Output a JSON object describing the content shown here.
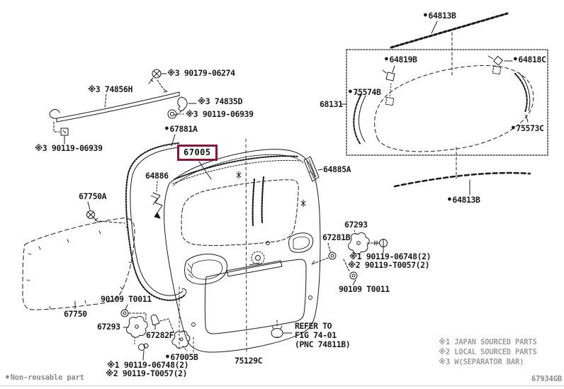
{
  "diagram": {
    "marker_dot": "●",
    "selected_part": "67005",
    "accent_color": "#8e1538",
    "labels": {
      "p90179": "※3 90179-06274",
      "p74856h": "※3 74856H",
      "p74835d": "※3 74835D",
      "p90119_06939_right": "※3 90119-06939",
      "p90119_06939_left": "※3 90119-06939",
      "p67881a": "67881A",
      "p67005": "67005",
      "p64886": "64886",
      "p67750a": "67750A",
      "p67750": "67750",
      "p90109_t0011_left": "90109 T0011",
      "p67293_left": "67293",
      "p67282f": "67282F",
      "p67005b": "67005B",
      "note1_left": "※1 90119-06748(2)",
      "note2_left": "※2 90119-T0057(2)",
      "p75129c": "75129C",
      "refer_line1": "REFER TO",
      "refer_line2": "FIG 74-01",
      "refer_line3": "(PNC 74811B)",
      "p67293_right": "67293",
      "p67281b": "67281B",
      "note1_right": "※1 90119-06748(2)",
      "note2_right": "※2 90119-T0057(2)",
      "p90109_t0011_right": "90109 T0011",
      "p64813b_top": "64813B",
      "p68131": "68131",
      "p64819b": "64819B",
      "p64818c": "64818C",
      "p75574b": "75574B",
      "p75573c": "75573C",
      "p64813b_bottom": "64813B",
      "p64885a": "64885A"
    },
    "legend": {
      "item1": "※1 JAPAN SOURCED PARTS",
      "item2": "※2 LOCAL SOURCED PARTS",
      "item3": "※3 W(SEPARATOR BAR)"
    },
    "footer": {
      "non_reusable_label": "Non-reusable part",
      "doc_code": "67934GB"
    }
  }
}
